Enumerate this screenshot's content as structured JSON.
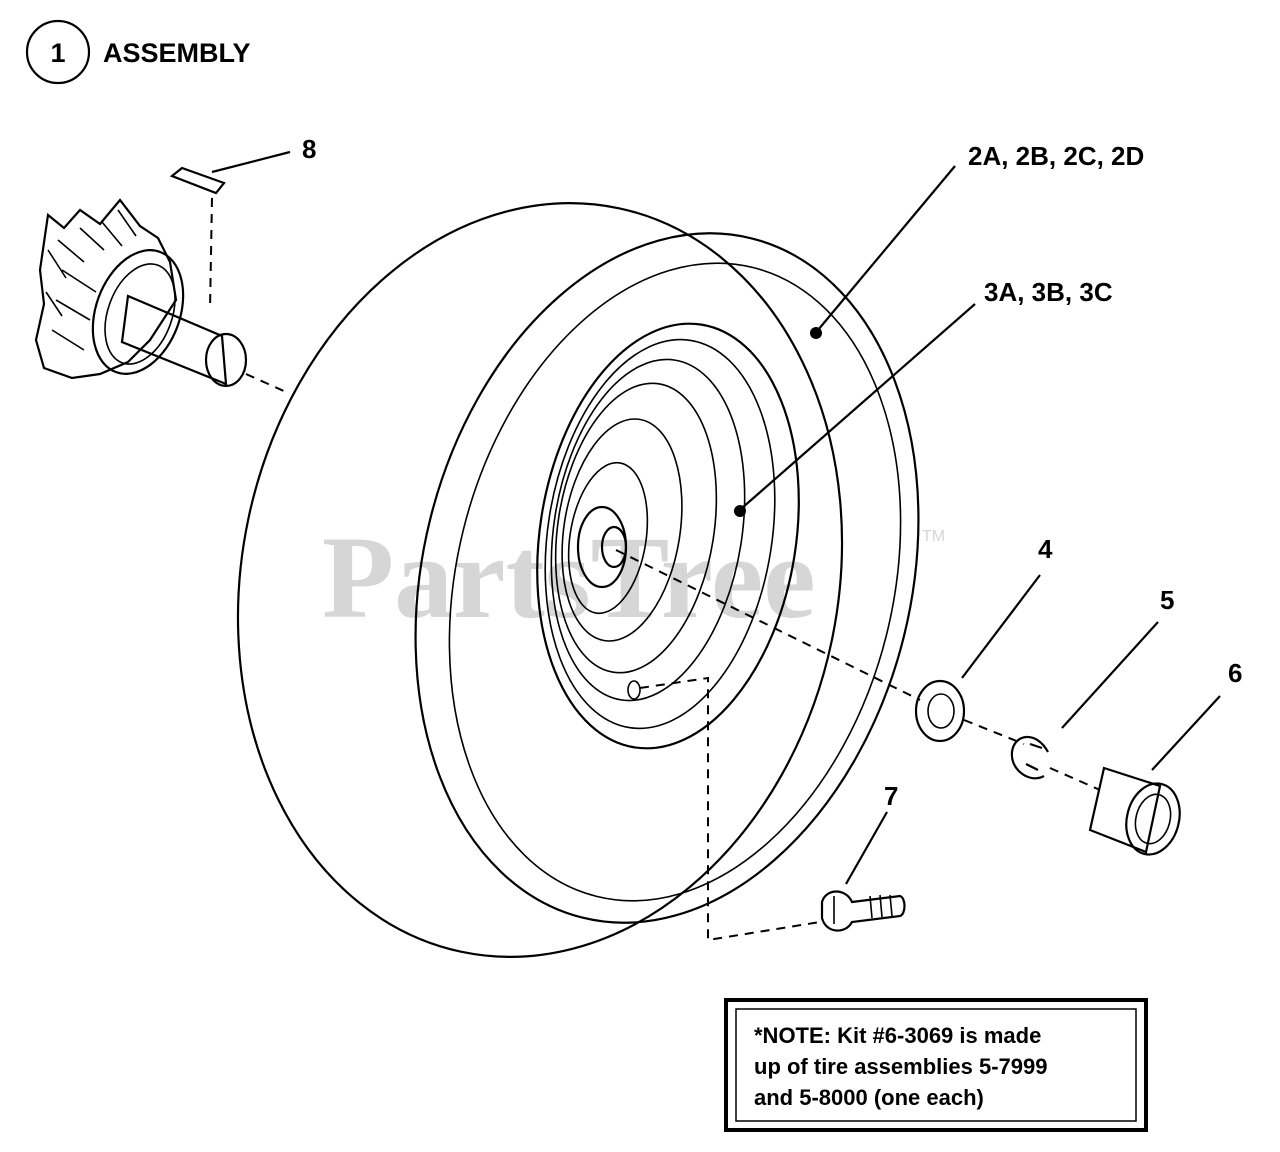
{
  "header": {
    "circle_number": "1",
    "title": "ASSEMBLY"
  },
  "watermark": {
    "text": "PartsTree",
    "trademark": "TM"
  },
  "callouts": {
    "item_8": "8",
    "item_2": "2A, 2B, 2C, 2D",
    "item_3": "3A, 3B, 3C",
    "item_4": "4",
    "item_5": "5",
    "item_6": "6",
    "item_7": "7"
  },
  "note": {
    "line1": "*NOTE: Kit #6-3069 is made",
    "line2": "up of tire assemblies 5-7999",
    "line3": "and 5-8000 (one each)"
  }
}
